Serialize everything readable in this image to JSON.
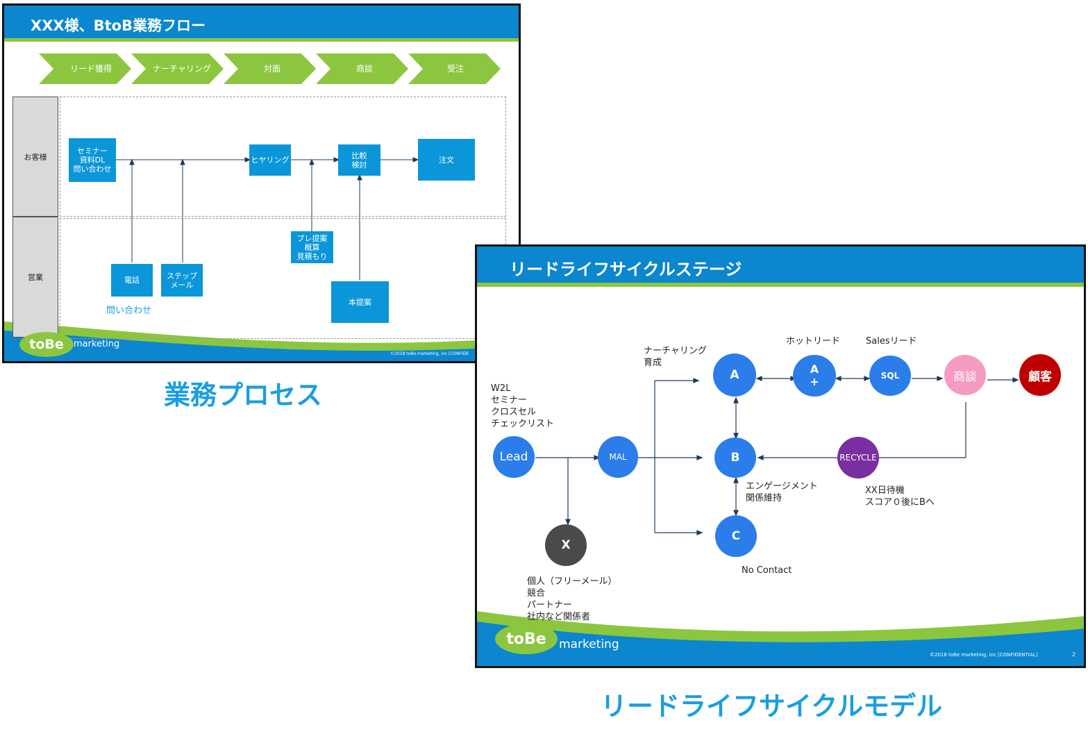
{
  "slide1": {
    "title": "XXX様、BtoB業務フロー",
    "chevrons": [
      "リード獲得",
      "ナーチャリング",
      "対面",
      "商談",
      "受注"
    ],
    "lanes": [
      "お客様",
      "営業"
    ],
    "boxes": {
      "seminar": "セミナー\n資料DL\n問い合わせ",
      "hearing": "ヒヤリング",
      "compare": "比較\n検討",
      "order": "注文",
      "phone": "電話",
      "stepmail": "ステップ\nメール",
      "preproposal": "プレ提案\n概算\n見積もり",
      "proposal": "本提案"
    },
    "inquiry_label": "問い合わせ",
    "logo": {
      "main": "toBe",
      "sub": "marketing"
    },
    "footer": "©2018 toBe marketing, inc  [CONFIDE"
  },
  "caption1": "業務プロセス",
  "slide2": {
    "title": "リードライフサイクルステージ",
    "labels": {
      "nurturing": "ナーチャリング\n育成",
      "hotlead": "ホットリード",
      "saleslead": "Salesリード",
      "sources": "W2L\nセミナー\nクロスセル\nチェックリスト",
      "engagement": "エンゲージメント\n関係維持",
      "recycle_note": "XX日待機\nスコア０後にBへ",
      "nocontact": "No Contact",
      "excluded": "個人（フリーメール）\n競合\nパートナー\n社内など関係者"
    },
    "nodes": {
      "lead": "Lead",
      "mal": "MAL",
      "a": "A",
      "aplus": "A\n+",
      "sql": "SQL",
      "deal": "商談",
      "customer": "顧客",
      "b": "B",
      "c": "C",
      "recycle": "RECYCLE",
      "x": "X"
    },
    "logo": {
      "main": "toBe",
      "sub": "marketing"
    },
    "footer": "©2018 toBe marketing, inc  [CONFIDENTIAL]",
    "page_number": "2"
  },
  "caption2": "リードライフサイクルモデル",
  "colors": {
    "header_blue": "#0b86cf",
    "accent_green": "#8cc63f",
    "box_blue": "#0b96d9",
    "node_blue": "#2b7de9",
    "recycle_purple": "#7a2fa0",
    "deal_pink": "#f59ac0",
    "customer_red": "#c00000",
    "x_gray": "#4a4a4a"
  }
}
